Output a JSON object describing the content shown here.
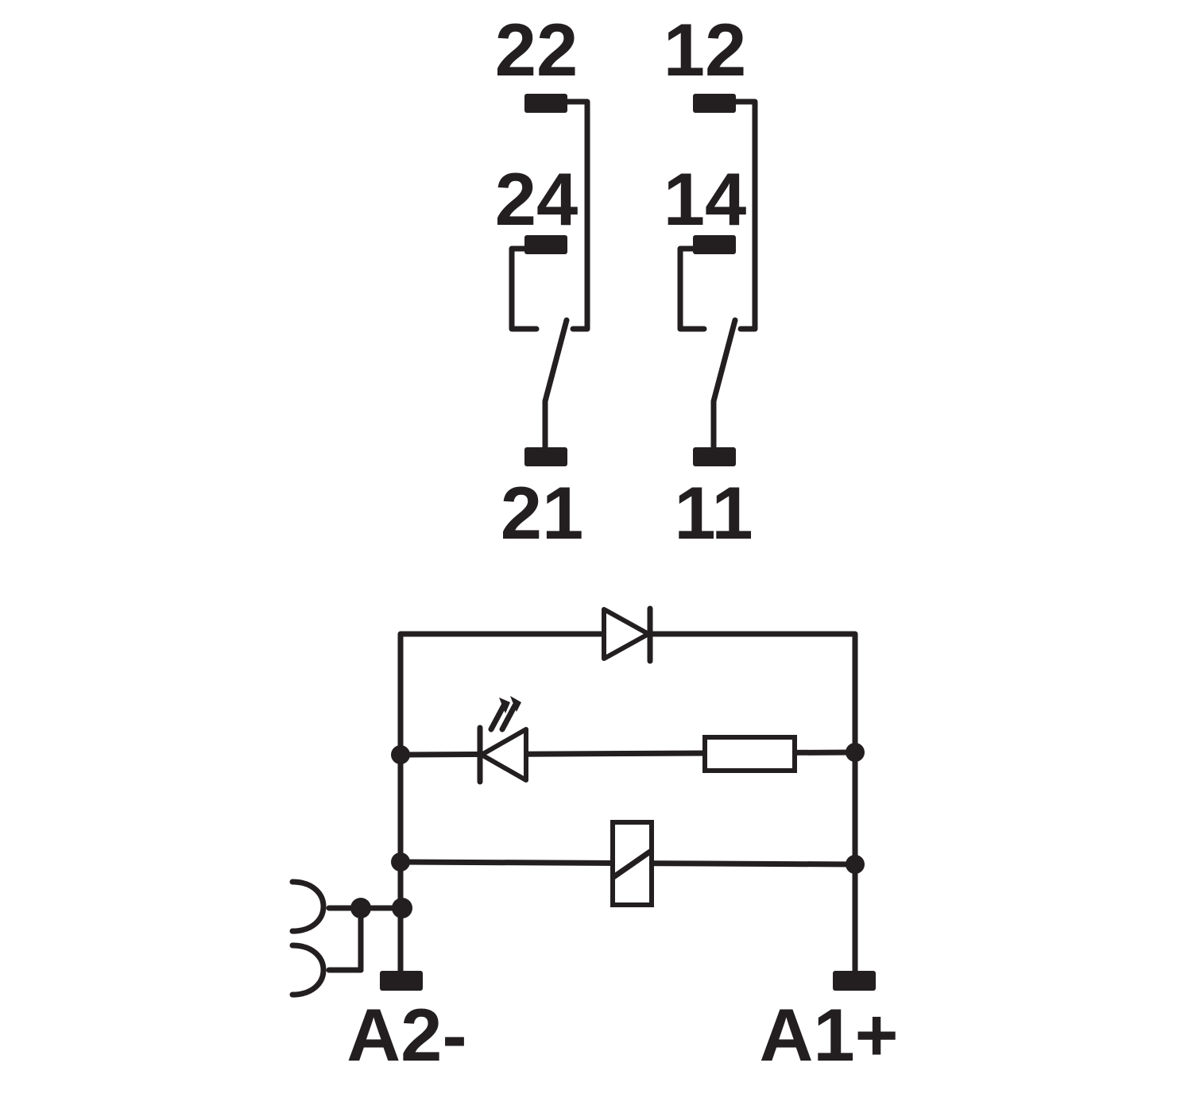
{
  "contacts": {
    "left": {
      "nc": "22",
      "no": "24",
      "common": "21"
    },
    "right": {
      "nc": "12",
      "no": "14",
      "common": "11"
    }
  },
  "coil": {
    "minus": "A2-",
    "plus": "A1+"
  },
  "colors": {
    "ink": "#231f20",
    "background": "#ffffff"
  }
}
